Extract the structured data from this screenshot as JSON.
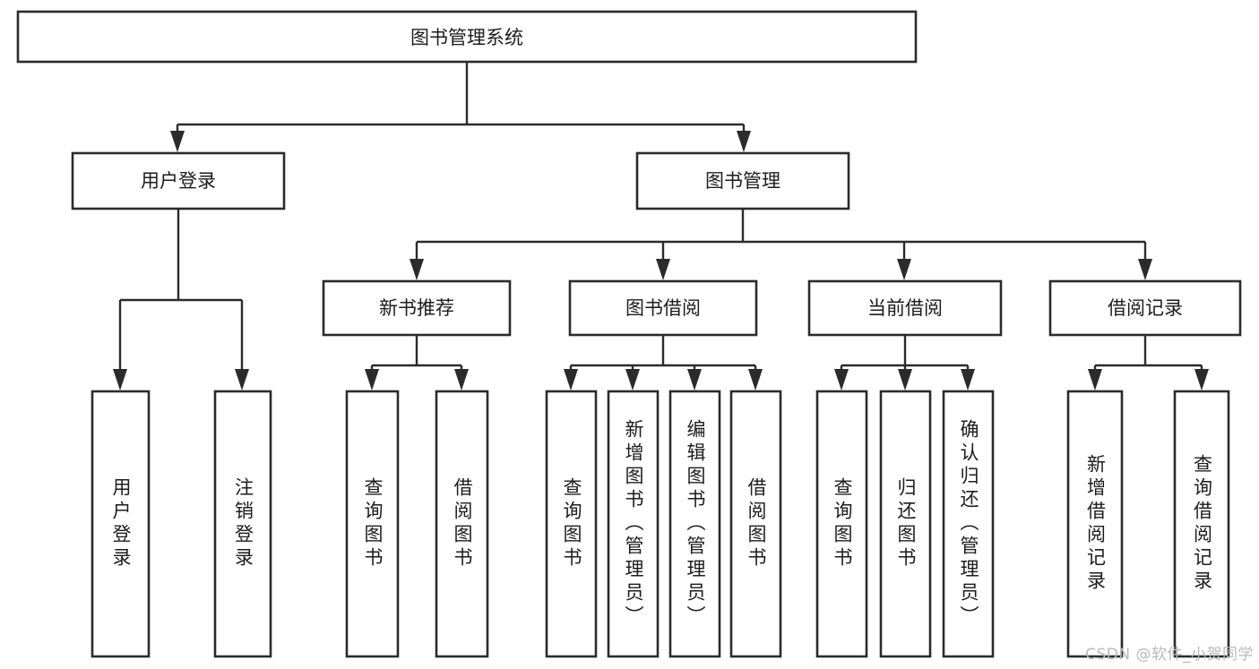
{
  "diagram": {
    "title": "图书管理系统",
    "type": "hierarchy-tree",
    "root": {
      "label": "图书管理系统"
    },
    "level2": [
      {
        "label": "用户登录"
      },
      {
        "label": "图书管理"
      }
    ],
    "level3": [
      {
        "label": "新书推荐"
      },
      {
        "label": "图书借阅"
      },
      {
        "label": "当前借阅"
      },
      {
        "label": "借阅记录"
      }
    ],
    "leaves": {
      "user_login": [
        {
          "label": "用户登录"
        },
        {
          "label": "注销登录"
        }
      ],
      "new_book_recommend": [
        {
          "label": "查询图书"
        },
        {
          "label": "借阅图书"
        }
      ],
      "book_borrow": [
        {
          "label": "查询图书"
        },
        {
          "label": "新增图书（管理员）"
        },
        {
          "label": "编辑图书（管理员）"
        },
        {
          "label": "借阅图书"
        }
      ],
      "current_borrow": [
        {
          "label": "查询图书"
        },
        {
          "label": "归还图书"
        },
        {
          "label": "确认归还（管理员）"
        }
      ],
      "borrow_record": [
        {
          "label": "新增借阅记录"
        },
        {
          "label": "查询借阅记录"
        }
      ]
    }
  },
  "watermark": {
    "text": "CSDN @软件_小贺同学"
  },
  "colors": {
    "background": "#ffffff",
    "box_fill": "#ffffff",
    "box_stroke": "#2b2b2b",
    "text": "#1c1c1c",
    "watermark": "#b9b9b9"
  }
}
